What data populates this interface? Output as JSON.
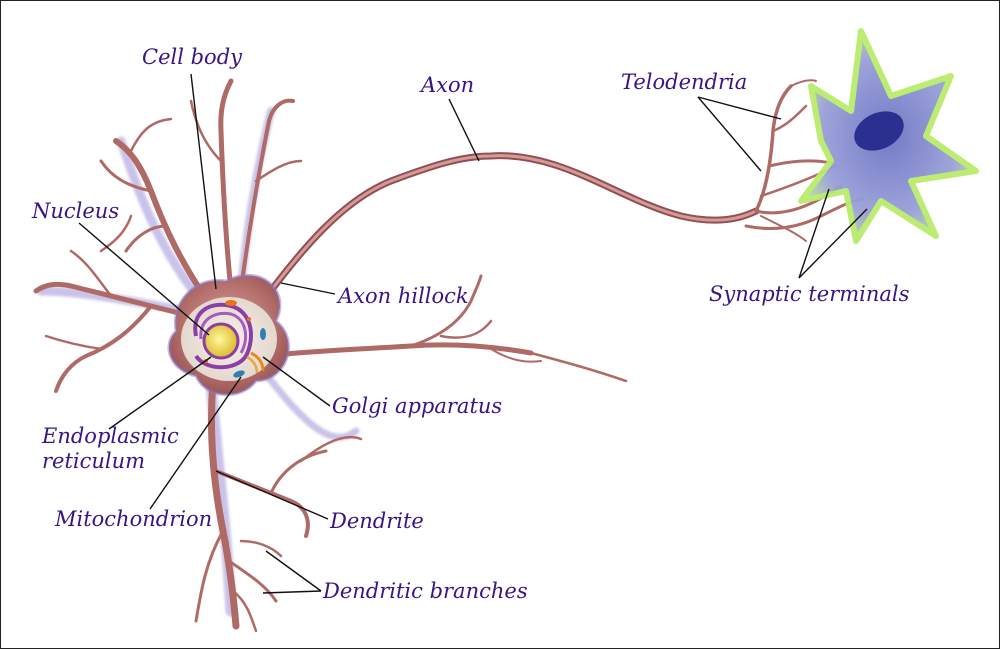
{
  "labels": {
    "cell_body": "Cell body",
    "axon": "Axon",
    "telodendria": "Telodendria",
    "nucleus": "Nucleus",
    "axon_hillock": "Axon hillock",
    "synaptic_terminals": "Synaptic terminals",
    "golgi_apparatus": "Golgi apparatus",
    "endoplasmic_reticulum_line1": "Endoplasmic",
    "endoplasmic_reticulum_line2": "reticulum",
    "mitochondrion": "Mitochondrion",
    "dendrite": "Dendrite",
    "dendritic_branches": "Dendritic branches"
  },
  "colors": {
    "label_text": "#3a1482",
    "neuron_membrane": "#b06a66",
    "neuron_highlight": "#d69a95",
    "dendrite_glow": "#8a7ad0",
    "nucleus_fill": "#e8d23a",
    "nucleus_envelope": "#8b3fa6",
    "target_cell_body": "#7c83c9",
    "target_cell_glow": "#b9ec6a",
    "target_nucleus": "#2b2f8f",
    "leader_line": "#111111",
    "border": "#222222"
  }
}
